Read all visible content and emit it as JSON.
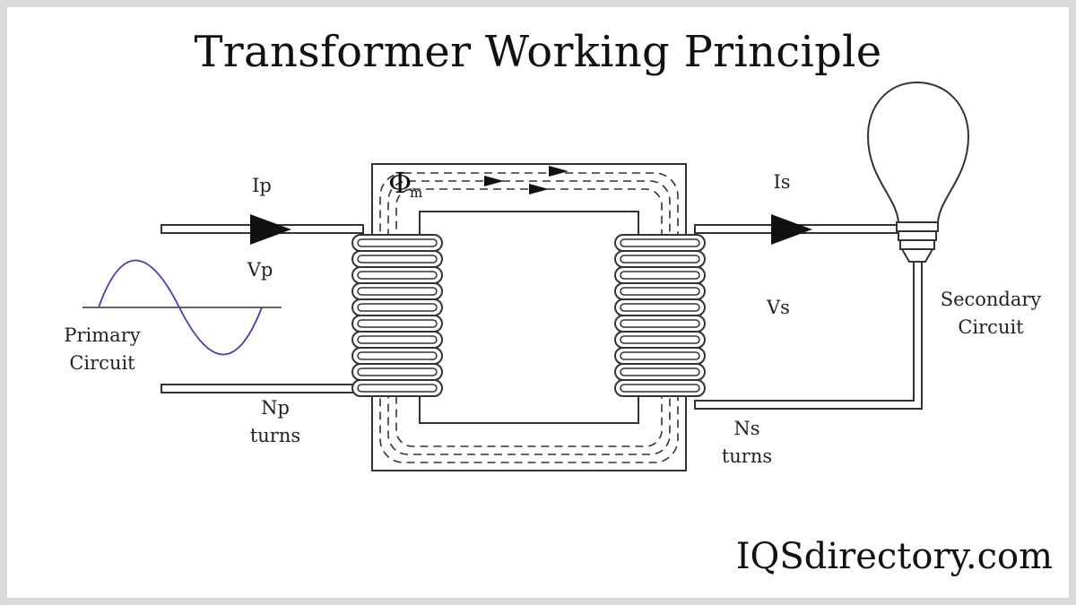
{
  "title": "Transformer Working Principle",
  "labels": {
    "ip": "Ip",
    "vp": "Vp",
    "primary_circuit": [
      "Primary",
      "Circuit"
    ],
    "np_turns": [
      "Np",
      "turns"
    ],
    "flux_symbol": "Φ",
    "flux_subscript": "m",
    "is": "Is",
    "vs": "Vs",
    "secondary_circuit": [
      "Secondary",
      "Circuit"
    ],
    "ns_turns": [
      "Ns",
      "turns"
    ]
  },
  "brand": "IQSdirectory.com",
  "colors": {
    "stroke": "#333333",
    "sine_wave": "#4040b0",
    "bulb_fill": "#ffffff"
  }
}
